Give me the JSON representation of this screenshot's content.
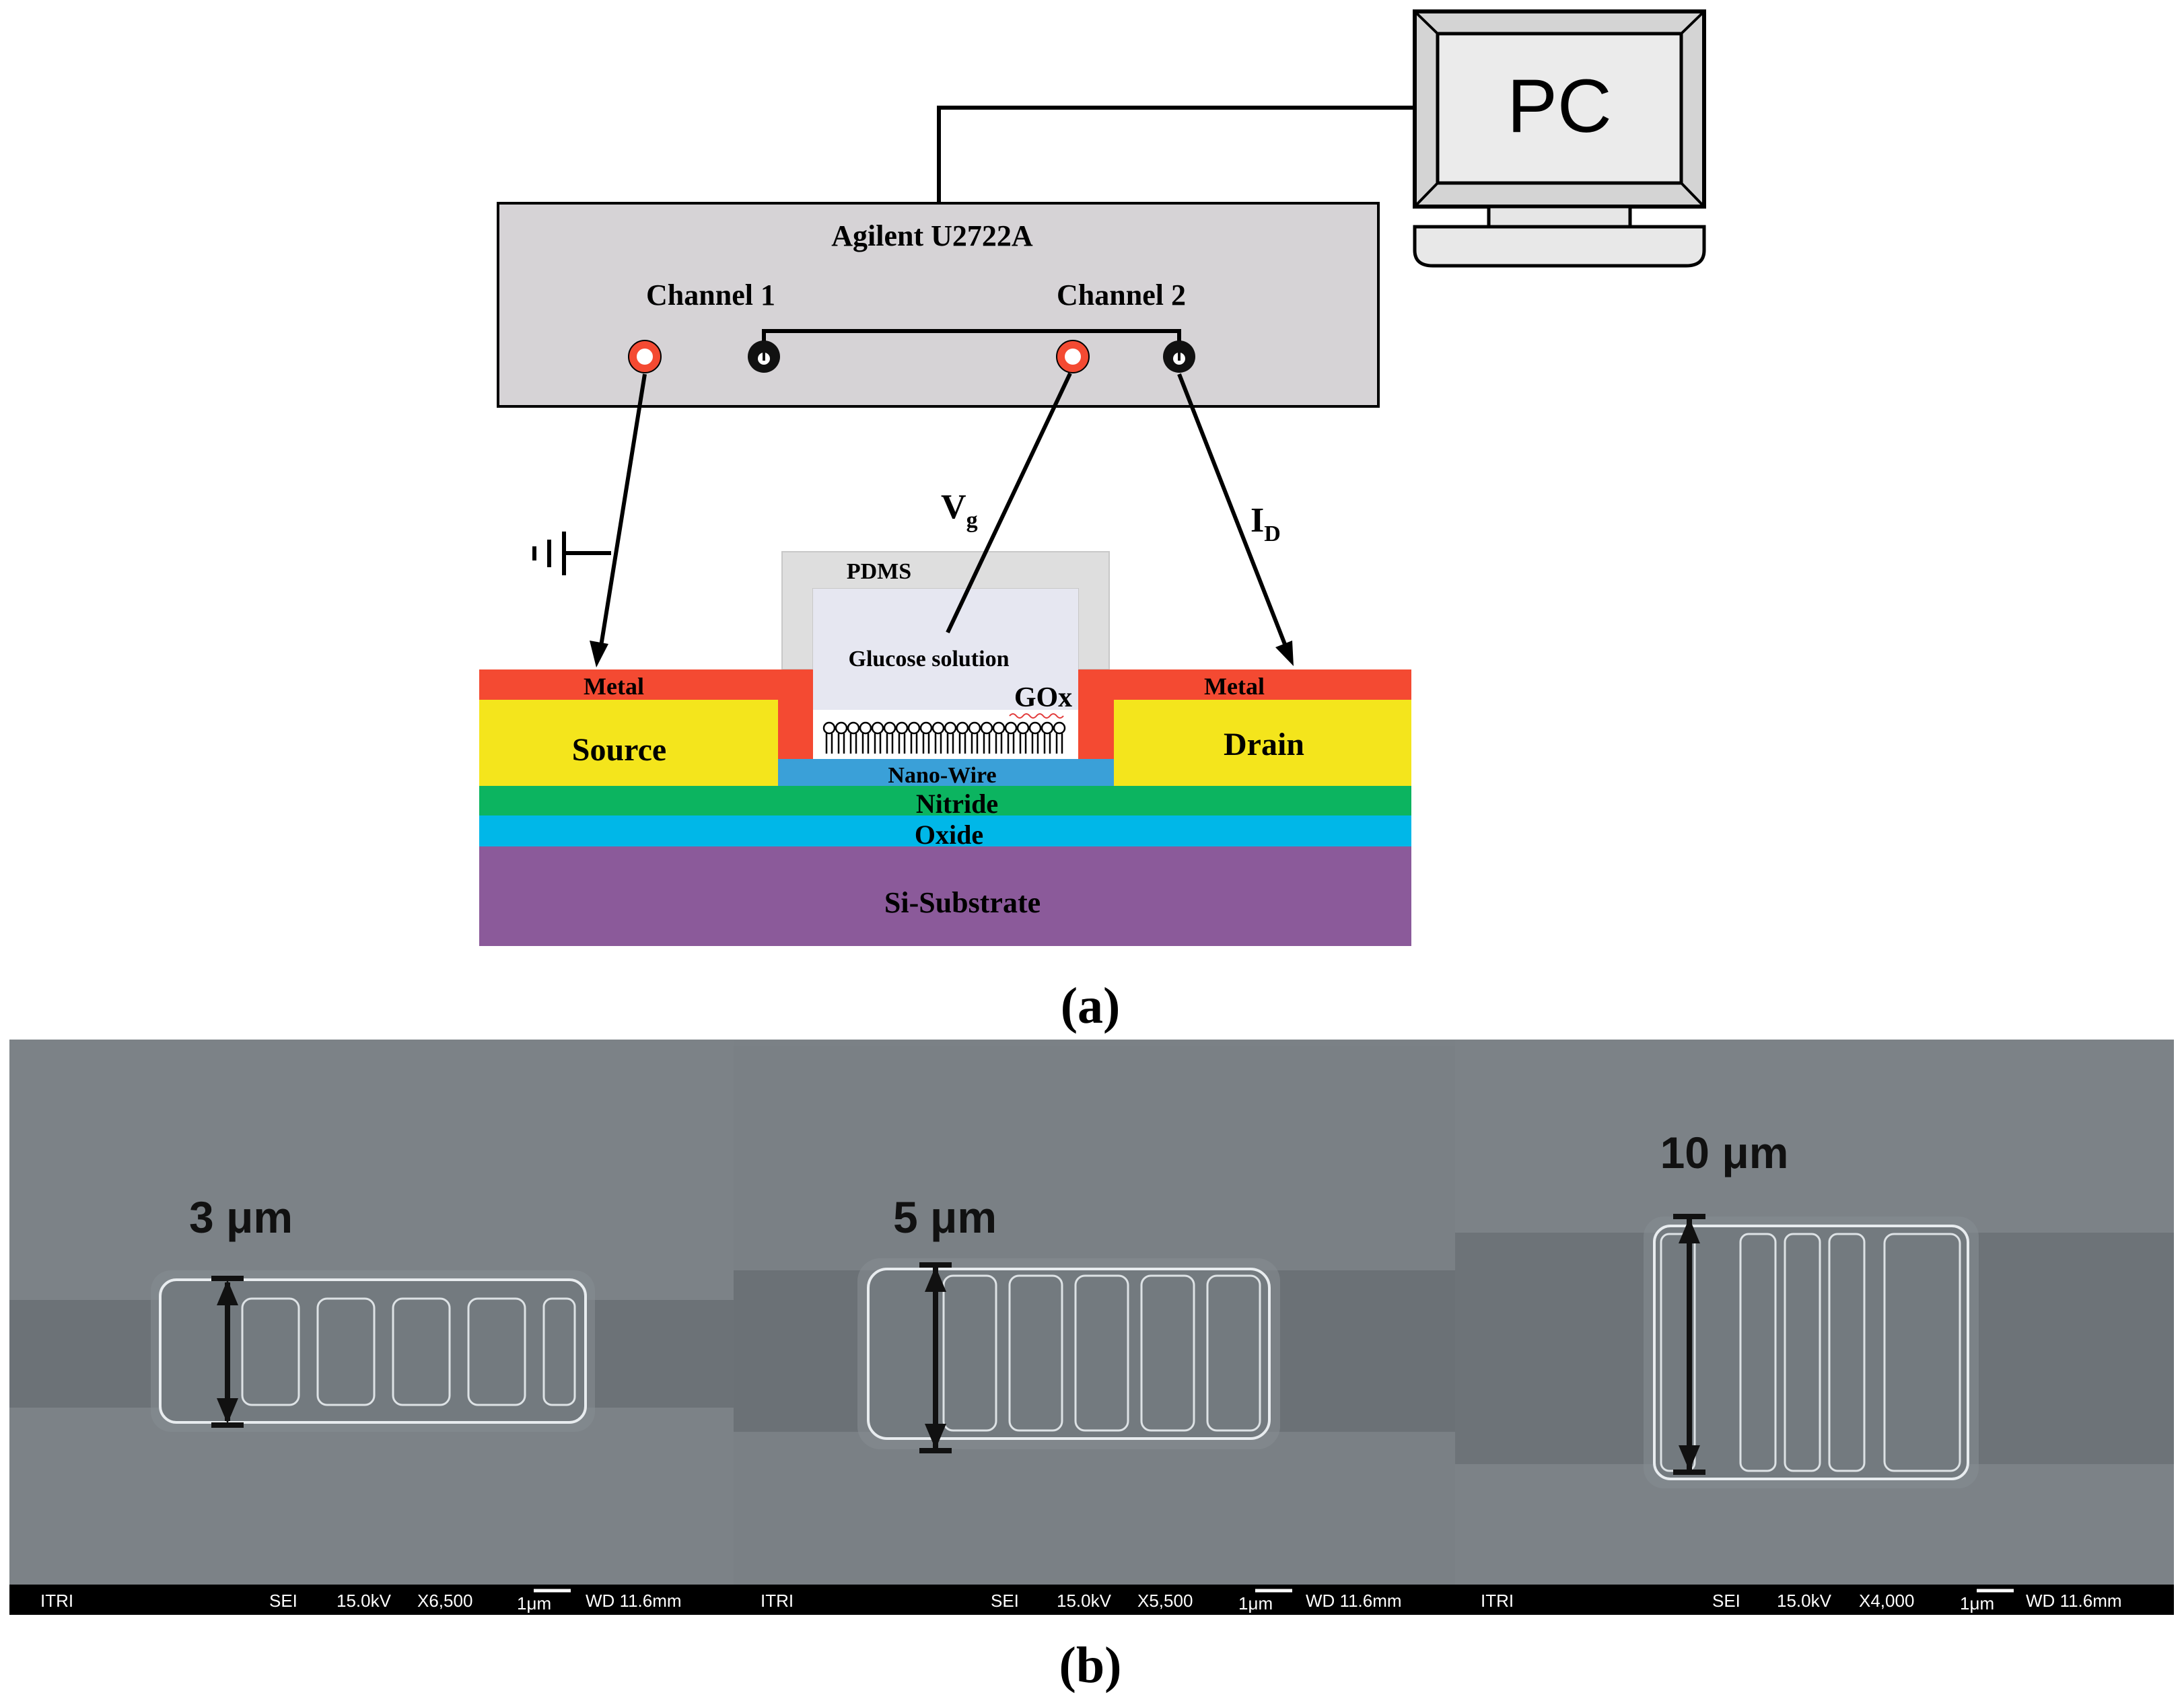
{
  "panel_a": {
    "pc_label": "PC",
    "instrument_title": "Agilent U2722A",
    "channel1_label": "Channel 1",
    "channel2_label": "Channel 2",
    "vg_main": "V",
    "vg_sub": "g",
    "id_main": "I",
    "id_sub": "D",
    "pdms_label": "PDMS",
    "glucose_label": "Glucose solution",
    "gox_label": "GOx",
    "metal_left": "Metal",
    "metal_right": "Metal",
    "source_label": "Source",
    "drain_label": "Drain",
    "nanowire_label": "Nano-Wire",
    "nitride_label": "Nitride",
    "oxide_label": "Oxide",
    "substrate_label": "Si-Substrate",
    "caption": "(a)"
  },
  "panel_b": {
    "caption": "(b)",
    "images": [
      {
        "measure": "3 μm",
        "footer_left": "ITRI",
        "det": "SEI",
        "kv": "15.0kV",
        "mag": "X6,500",
        "scale": "1μm",
        "wd": "WD 11.6mm"
      },
      {
        "measure": "5 μm",
        "footer_left": "ITRI",
        "det": "SEI",
        "kv": "15.0kV",
        "mag": "X5,500",
        "scale": "1μm",
        "wd": "WD 11.6mm"
      },
      {
        "measure": "10 μm",
        "footer_left": "ITRI",
        "det": "SEI",
        "kv": "15.0kV",
        "mag": "X4,000",
        "scale": "1μm",
        "wd": "WD 11.6mm"
      }
    ]
  },
  "colors": {
    "metal": "#f44a32",
    "source_drain": "#f4e51c",
    "nanowire": "#3aa0d8",
    "nitride": "#0cb460",
    "oxide": "#00b7e8",
    "substrate": "#8b5a9a",
    "instrument": "#d6d3d6",
    "pdms": "#dedede",
    "solution": "#e6e7f1",
    "sem_bg": "#7b8186",
    "sem_band": "#6d7378"
  }
}
